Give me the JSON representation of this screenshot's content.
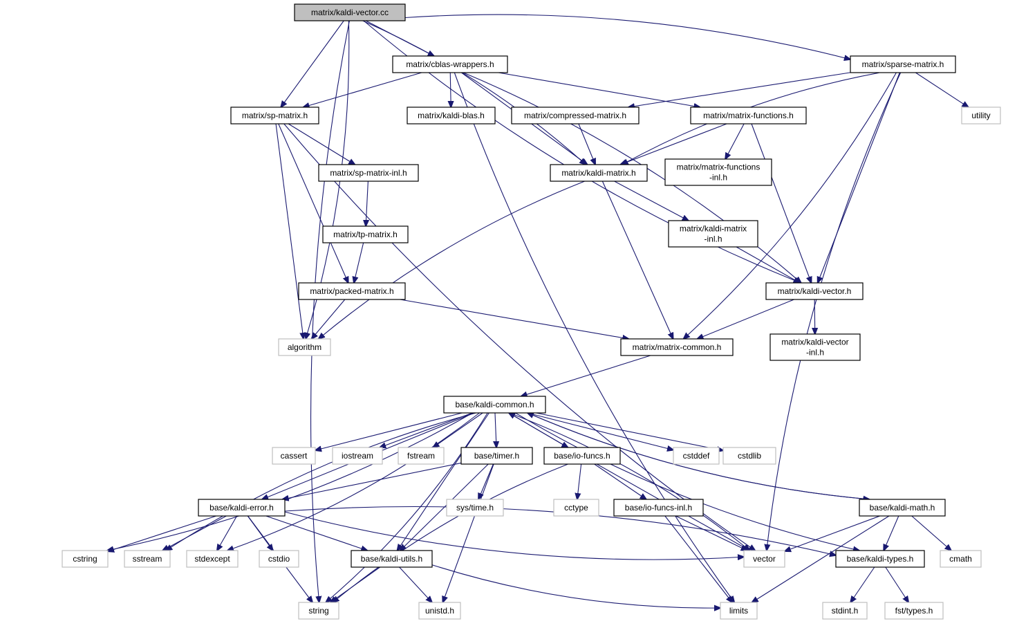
{
  "diagram": {
    "title": "Include dependency graph for matrix/kaldi-vector.cc",
    "colors": {
      "edge": "#191970",
      "root_fill": "#bfbfbf",
      "node_border": "#000000",
      "external_border": "#bfbfbf"
    },
    "nodes": [
      {
        "id": "root",
        "label": "matrix/kaldi-vector.cc",
        "kind": "root"
      },
      {
        "id": "cblas",
        "label": "matrix/cblas-wrappers.h",
        "kind": "local"
      },
      {
        "id": "sparse",
        "label": "matrix/sparse-matrix.h",
        "kind": "local"
      },
      {
        "id": "sp",
        "label": "matrix/sp-matrix.h",
        "kind": "local"
      },
      {
        "id": "blas",
        "label": "matrix/kaldi-blas.h",
        "kind": "local"
      },
      {
        "id": "compressed",
        "label": "matrix/compressed-matrix.h",
        "kind": "local"
      },
      {
        "id": "mfunc",
        "label": "matrix/matrix-functions.h",
        "kind": "local"
      },
      {
        "id": "utility",
        "label": "utility",
        "kind": "external"
      },
      {
        "id": "spinl",
        "label": "matrix/sp-matrix-inl.h",
        "kind": "local"
      },
      {
        "id": "kmatrix",
        "label": "matrix/kaldi-matrix.h",
        "kind": "local"
      },
      {
        "id": "mfuncinl",
        "label": [
          "matrix/matrix-functions",
          "-inl.h"
        ],
        "kind": "local"
      },
      {
        "id": "tp",
        "label": "matrix/tp-matrix.h",
        "kind": "local"
      },
      {
        "id": "kmatinl",
        "label": [
          "matrix/kaldi-matrix",
          "-inl.h"
        ],
        "kind": "local"
      },
      {
        "id": "packed",
        "label": "matrix/packed-matrix.h",
        "kind": "local"
      },
      {
        "id": "kvec",
        "label": "matrix/kaldi-vector.h",
        "kind": "local"
      },
      {
        "id": "algorithm",
        "label": "algorithm",
        "kind": "external"
      },
      {
        "id": "mcommon",
        "label": "matrix/matrix-common.h",
        "kind": "local"
      },
      {
        "id": "kvecinl",
        "label": [
          "matrix/kaldi-vector",
          "-inl.h"
        ],
        "kind": "local"
      },
      {
        "id": "kcommon",
        "label": "base/kaldi-common.h",
        "kind": "local"
      },
      {
        "id": "cassert",
        "label": "cassert",
        "kind": "external"
      },
      {
        "id": "iostream",
        "label": "iostream",
        "kind": "external"
      },
      {
        "id": "fstream",
        "label": "fstream",
        "kind": "external"
      },
      {
        "id": "timer",
        "label": "base/timer.h",
        "kind": "local"
      },
      {
        "id": "iofuncs",
        "label": "base/io-funcs.h",
        "kind": "local"
      },
      {
        "id": "cstddef",
        "label": "cstddef",
        "kind": "external"
      },
      {
        "id": "cstdlib",
        "label": "cstdlib",
        "kind": "external"
      },
      {
        "id": "kerror",
        "label": "base/kaldi-error.h",
        "kind": "local"
      },
      {
        "id": "systime",
        "label": "sys/time.h",
        "kind": "external"
      },
      {
        "id": "cctype",
        "label": "cctype",
        "kind": "external"
      },
      {
        "id": "iofuncsinl",
        "label": "base/io-funcs-inl.h",
        "kind": "local"
      },
      {
        "id": "kmath",
        "label": "base/kaldi-math.h",
        "kind": "local"
      },
      {
        "id": "cstring",
        "label": "cstring",
        "kind": "external"
      },
      {
        "id": "sstream",
        "label": "sstream",
        "kind": "external"
      },
      {
        "id": "stdexcept",
        "label": "stdexcept",
        "kind": "external"
      },
      {
        "id": "cstdio",
        "label": "cstdio",
        "kind": "external"
      },
      {
        "id": "kutils",
        "label": "base/kaldi-utils.h",
        "kind": "local"
      },
      {
        "id": "vector",
        "label": "vector",
        "kind": "external"
      },
      {
        "id": "ktypes",
        "label": "base/kaldi-types.h",
        "kind": "local"
      },
      {
        "id": "cmath",
        "label": "cmath",
        "kind": "external"
      },
      {
        "id": "string",
        "label": "string",
        "kind": "external"
      },
      {
        "id": "unistd",
        "label": "unistd.h",
        "kind": "external"
      },
      {
        "id": "limits",
        "label": "limits",
        "kind": "external"
      },
      {
        "id": "stdint",
        "label": "stdint.h",
        "kind": "external"
      },
      {
        "id": "fsttypes",
        "label": "fst/types.h",
        "kind": "external"
      }
    ],
    "edges": [
      [
        "root",
        "cblas"
      ],
      [
        "root",
        "sparse"
      ],
      [
        "root",
        "sp"
      ],
      [
        "root",
        "kmatrix"
      ],
      [
        "root",
        "kvec"
      ],
      [
        "root",
        "algorithm"
      ],
      [
        "root",
        "string"
      ],
      [
        "cblas",
        "sp"
      ],
      [
        "cblas",
        "blas"
      ],
      [
        "cblas",
        "kmatrix"
      ],
      [
        "cblas",
        "mfunc"
      ],
      [
        "cblas",
        "kvec"
      ],
      [
        "cblas",
        "limits"
      ],
      [
        "sparse",
        "compressed"
      ],
      [
        "sparse",
        "kmatrix"
      ],
      [
        "sparse",
        "kvec"
      ],
      [
        "sparse",
        "utility"
      ],
      [
        "sparse",
        "mcommon"
      ],
      [
        "sparse",
        "vector"
      ],
      [
        "sp",
        "spinl"
      ],
      [
        "sp",
        "packed"
      ],
      [
        "sp",
        "algorithm"
      ],
      [
        "sp",
        "vector"
      ],
      [
        "spinl",
        "tp"
      ],
      [
        "tp",
        "packed"
      ],
      [
        "compressed",
        "kmatrix"
      ],
      [
        "mfunc",
        "kmatrix"
      ],
      [
        "mfunc",
        "mfuncinl"
      ],
      [
        "mfunc",
        "kvec"
      ],
      [
        "kmatrix",
        "kmatinl"
      ],
      [
        "kmatrix",
        "algorithm"
      ],
      [
        "kmatrix",
        "mcommon"
      ],
      [
        "kmatinl",
        "kvec"
      ],
      [
        "packed",
        "algorithm"
      ],
      [
        "packed",
        "mcommon"
      ],
      [
        "kvec",
        "mcommon"
      ],
      [
        "kvec",
        "kvecinl"
      ],
      [
        "mcommon",
        "kcommon"
      ],
      [
        "kcommon",
        "cassert"
      ],
      [
        "kcommon",
        "iostream"
      ],
      [
        "kcommon",
        "fstream"
      ],
      [
        "kcommon",
        "timer"
      ],
      [
        "kcommon",
        "iofuncs"
      ],
      [
        "kcommon",
        "cstddef"
      ],
      [
        "kcommon",
        "cstdlib"
      ],
      [
        "kcommon",
        "kerror"
      ],
      [
        "kcommon",
        "kmath"
      ],
      [
        "kcommon",
        "cstring"
      ],
      [
        "kcommon",
        "sstream"
      ],
      [
        "kcommon",
        "stdexcept"
      ],
      [
        "kcommon",
        "kutils"
      ],
      [
        "kcommon",
        "vector"
      ],
      [
        "kcommon",
        "ktypes"
      ],
      [
        "kcommon",
        "string"
      ],
      [
        "timer",
        "kerror"
      ],
      [
        "timer",
        "systime"
      ],
      [
        "timer",
        "kutils"
      ],
      [
        "timer",
        "unistd"
      ],
      [
        "iofuncs",
        "kcommon"
      ],
      [
        "iofuncs",
        "cctype"
      ],
      [
        "iofuncs",
        "iofuncsinl"
      ],
      [
        "iofuncs",
        "vector"
      ],
      [
        "iofuncs",
        "string"
      ],
      [
        "iofuncsinl",
        "vector"
      ],
      [
        "iofuncsinl",
        "limits"
      ],
      [
        "kmath",
        "kcommon"
      ],
      [
        "kmath",
        "vector"
      ],
      [
        "kmath",
        "ktypes"
      ],
      [
        "kmath",
        "cmath"
      ],
      [
        "kmath",
        "limits"
      ],
      [
        "kerror",
        "cstring"
      ],
      [
        "kerror",
        "sstream"
      ],
      [
        "kerror",
        "stdexcept"
      ],
      [
        "kerror",
        "cstdio"
      ],
      [
        "kerror",
        "kutils"
      ],
      [
        "kerror",
        "string"
      ],
      [
        "kerror",
        "vector"
      ],
      [
        "kerror",
        "ktypes"
      ],
      [
        "kutils",
        "string"
      ],
      [
        "kutils",
        "unistd"
      ],
      [
        "kutils",
        "limits"
      ],
      [
        "ktypes",
        "stdint"
      ],
      [
        "ktypes",
        "fsttypes"
      ]
    ]
  }
}
